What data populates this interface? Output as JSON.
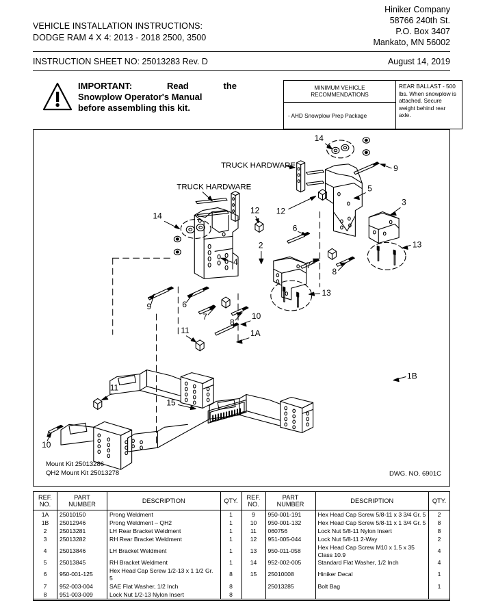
{
  "header": {
    "title_line1": "VEHICLE INSTALLATION INSTRUCTIONS:",
    "title_line2": "DODGE RAM 4 X 4: 2013 - 2018 2500, 3500",
    "company": "Hiniker Company",
    "address1": "58766 240th St.",
    "address2": "P.O. Box 3407",
    "address3": "Mankato, MN 56002",
    "sheet_no": "INSTRUCTION SHEET NO: 25013283 Rev. D",
    "date": "August 14, 2019"
  },
  "notice": {
    "icon": "warning-triangle-icon",
    "label": "IMPORTANT:",
    "word1": "Read",
    "word2": "the",
    "line2": "Snowplow Operator's Manual",
    "line3": "before assembling this kit."
  },
  "recommendations": {
    "heading_line1": "MINIMUM VEHICLE",
    "heading_line2": "RECOMMENDATIONS",
    "item": "- AHD Snowplow Prep Package",
    "ballast": "REAR BALLAST - 500 lbs. When snowplow is attached. Secure weight behind rear axle."
  },
  "diagram": {
    "mount_kit_line1": "Mount Kit 25013286",
    "mount_kit_line2": "QH2 Mount Kit 25013278",
    "dwg_no": "DWG. NO. 6901C",
    "truck_hardware_label_1": "TRUCK  HARDWARE",
    "truck_hardware_label_2": "TRUCK  HARDWARE",
    "callouts": [
      "14",
      "14",
      "12",
      "12",
      "9",
      "9",
      "5",
      "3",
      "4",
      "2",
      "13",
      "13",
      "6",
      "6",
      "7",
      "7",
      "8",
      "8",
      "10",
      "10",
      "11",
      "11",
      "1A",
      "1B",
      "15"
    ]
  },
  "table": {
    "headers": {
      "ref_line1": "REF.",
      "ref_line2": "NO.",
      "pn_line1": "PART",
      "pn_line2": "NUMBER",
      "desc": "DESCRIPTION",
      "qty": "QTY."
    },
    "left_rows": [
      {
        "ref": "1A",
        "pn": "25010150",
        "desc": "Prong Weldment",
        "qty": "1"
      },
      {
        "ref": "1B",
        "pn": "25012946",
        "desc": "Prong Weldment – QH2",
        "qty": "1"
      },
      {
        "ref": "2",
        "pn": "25013281",
        "desc": "LH Rear Bracket Weldment",
        "qty": "1"
      },
      {
        "ref": "3",
        "pn": "25013282",
        "desc": "RH Rear Bracket Weldment",
        "qty": "1"
      },
      {
        "ref": "4",
        "pn": "25013846",
        "desc": "LH Bracket Weldment",
        "qty": "1"
      },
      {
        "ref": "5",
        "pn": "25013845",
        "desc": "RH Bracket Weldment",
        "qty": "1"
      },
      {
        "ref": "6",
        "pn": "950-001-125",
        "desc": "Hex Head Cap Screw 1/2-13 x 1 1/2 Gr. 5",
        "qty": "8"
      },
      {
        "ref": "7",
        "pn": "952-003-004",
        "desc": "SAE Flat Washer, 1/2 Inch",
        "qty": "8"
      },
      {
        "ref": "8",
        "pn": "951-003-009",
        "desc": "Lock Nut 1/2-13 Nylon Insert",
        "qty": "8"
      }
    ],
    "right_rows": [
      {
        "ref": "9",
        "pn": "950-001-191",
        "desc": "Hex Head Cap Screw 5/8-11 x 3 3/4 Gr. 5",
        "qty": "2"
      },
      {
        "ref": "10",
        "pn": "950-001-132",
        "desc": "Hex Head Cap Screw 5/8-11 x 1 3/4 Gr. 5",
        "qty": "8"
      },
      {
        "ref": "11",
        "pn": "060756",
        "desc": "Lock Nut 5/8-11 Nylon Insert",
        "qty": "8"
      },
      {
        "ref": "12",
        "pn": "951-005-044",
        "desc": "Lock Nut 5/8-11 2-Way",
        "qty": "2"
      },
      {
        "ref": "13",
        "pn": "950-011-058",
        "desc": "Hex Head Cap Screw M10 x 1.5 x 35 Class 10.9",
        "qty": "4"
      },
      {
        "ref": "14",
        "pn": "952-002-005",
        "desc": "Standard Flat Washer, 1/2 Inch",
        "qty": "4"
      },
      {
        "ref": "15",
        "pn": "25010008",
        "desc": "Hiniker Decal",
        "qty": "1"
      },
      {
        "ref": "",
        "pn": "25013285",
        "desc": "Bolt Bag",
        "qty": "1"
      },
      {
        "ref": "",
        "pn": "",
        "desc": "",
        "qty": ""
      }
    ]
  }
}
